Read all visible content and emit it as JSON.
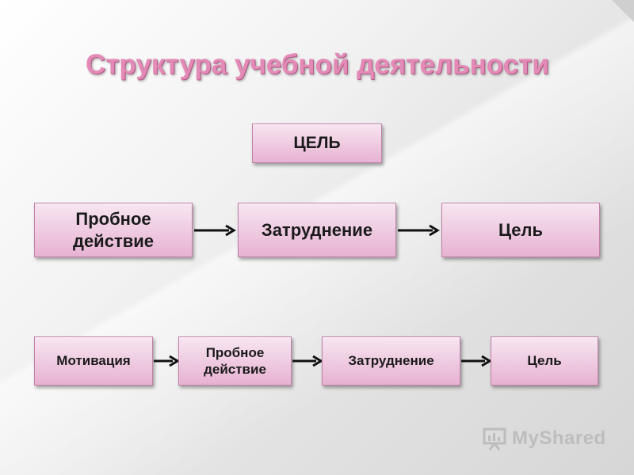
{
  "slide": {
    "title": "Структура учебной деятельности",
    "goal_box": "ЦЕЛЬ",
    "row1": {
      "boxes": [
        "Пробное действие",
        "Затруднение",
        "Цель"
      ]
    },
    "row2": {
      "boxes": [
        "Мотивация",
        "Пробное действие",
        "Затруднение",
        "Цель"
      ]
    }
  },
  "watermark": {
    "text": "MyShared",
    "icon": "presentation-board-icon"
  },
  "colors": {
    "title": "#e48ab6",
    "box_top": "#f7e6f1",
    "box_bottom": "#e7b2d2",
    "box_border": "#c27fa8"
  }
}
